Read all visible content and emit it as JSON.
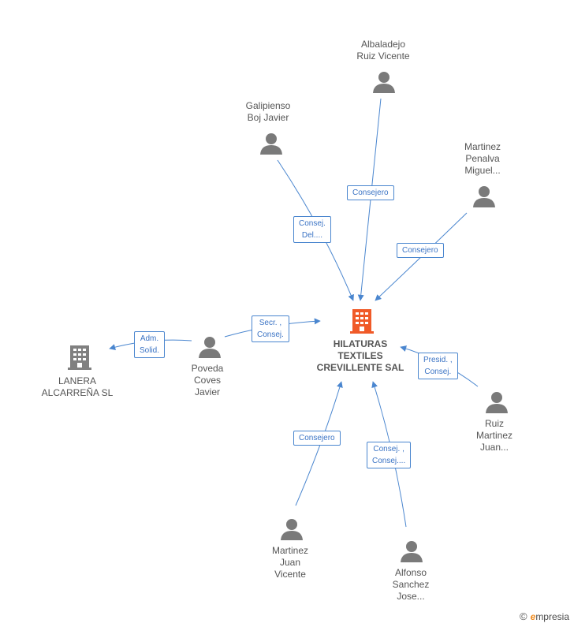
{
  "colors": {
    "edge": "#4a86cf",
    "person_icon": "#7a7a7a",
    "company_center": "#f05a28",
    "company_other": "#808080"
  },
  "nodes": {
    "center": {
      "label": "HILATURAS\nTEXTILES\nCREVILLENTE SAL",
      "icon": "building-icon"
    },
    "albaladejo": {
      "label": "Albaladejo\nRuiz Vicente",
      "icon": "person-icon"
    },
    "galipienso": {
      "label": "Galipienso\nBoj Javier",
      "icon": "person-icon"
    },
    "martinez_penalva": {
      "label": "Martinez\nPenalva\nMiguel...",
      "icon": "person-icon"
    },
    "poveda": {
      "label": "Poveda\nCoves\nJavier",
      "icon": "person-icon"
    },
    "lanera": {
      "label": "LANERA\nALCARREÑA SL",
      "icon": "building-icon"
    },
    "ruiz_martinez": {
      "label": "Ruiz\nMartinez\nJuan...",
      "icon": "person-icon"
    },
    "martinez_juan": {
      "label": "Martinez\nJuan\nVicente",
      "icon": "person-icon"
    },
    "alfonso": {
      "label": "Alfonso\nSanchez\nJose...",
      "icon": "person-icon"
    }
  },
  "edges": {
    "albaladejo": "Consejero",
    "galipienso": "Consej.\nDel....",
    "martinez_penalva": "Consejero",
    "poveda": "Secr. ,\nConsej.",
    "lanera": "Adm.\nSolid.",
    "ruiz_martinez": "Presid. ,\nConsej.",
    "martinez_juan": "Consejero",
    "alfonso": "Consej. ,\nConsej...."
  },
  "watermark": {
    "copyright": "©",
    "brand_initial": "e",
    "brand_rest": "mpresia"
  }
}
